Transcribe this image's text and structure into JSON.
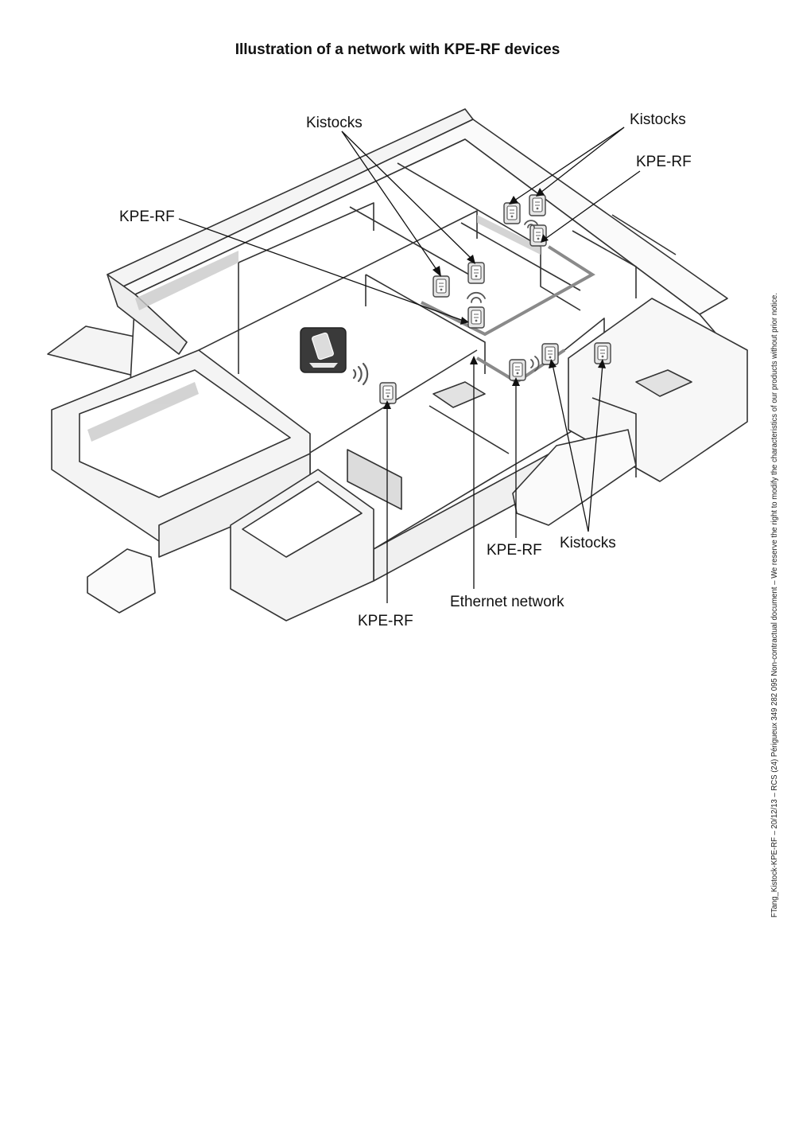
{
  "title": "Illustration of a network with KPE-RF devices",
  "labels": {
    "kistocks_top_left": "Kistocks",
    "kistocks_top_right": "Kistocks",
    "kpe_rf_top_right": "KPE-RF",
    "kpe_rf_left": "KPE-RF",
    "kpe_rf_center_right": "KPE-RF",
    "kistocks_bottom_right": "Kistocks",
    "ethernet_network": "Ethernet network",
    "kpe_rf_bottom": "KPE-RF"
  },
  "footer": "FTang_Kistock-KPE-RF – 20/12/13 – RCS (24) Périgueux 349 282 095 Non-contractual document – We reserve the right to modify the characteristics of our products without prior notice.",
  "icons": {
    "base_station": "receiver-station-icon",
    "kpe_rf_device": "kpe-rf-device-icon",
    "kistock_device": "kistock-device-icon",
    "wireless_signal": "wireless-signal-icon"
  },
  "colors": {
    "ink": "#111111",
    "wall_fill": "#f4f4f4",
    "shadow": "#c9c9c9",
    "ethernet": "#8a8a8a",
    "station_bg": "#3a3a3a"
  }
}
